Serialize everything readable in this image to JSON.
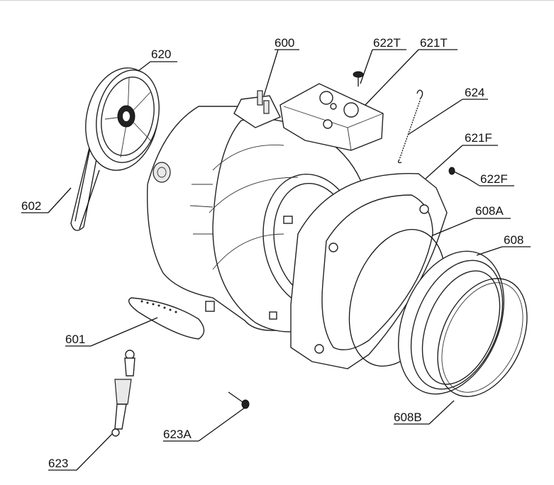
{
  "labels": {
    "l600": "600",
    "l601": "601",
    "l602": "602",
    "l608": "608",
    "l608A": "608A",
    "l608B": "608B",
    "l620": "620",
    "l621T": "621T",
    "l621F": "621F",
    "l622T": "622T",
    "l622F": "622F",
    "l623": "623",
    "l623A": "623A",
    "l624": "624"
  },
  "colors": {
    "stroke": "#111111",
    "background": "#ffffff",
    "fill_light": "#e9e9e9"
  }
}
